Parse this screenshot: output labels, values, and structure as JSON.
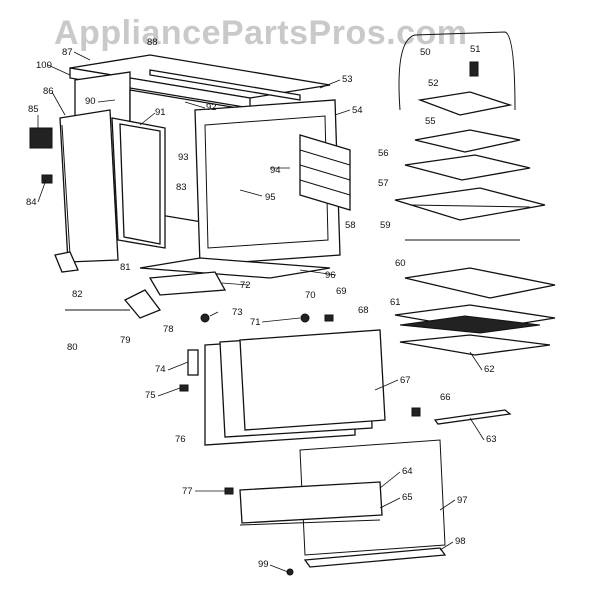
{
  "watermark": "AppliancePartsPros.com",
  "callouts": [
    "100",
    "87",
    "88",
    "86",
    "85",
    "90",
    "91",
    "92",
    "93",
    "83",
    "84",
    "81",
    "82",
    "80",
    "79",
    "78",
    "73",
    "72",
    "96",
    "95",
    "94",
    "58",
    "54",
    "53",
    "50",
    "51",
    "52",
    "55",
    "56",
    "57",
    "59",
    "60",
    "61",
    "62",
    "63",
    "66",
    "67",
    "68",
    "69",
    "70",
    "71",
    "74",
    "75",
    "76",
    "77",
    "64",
    "65",
    "97",
    "98",
    "99"
  ]
}
